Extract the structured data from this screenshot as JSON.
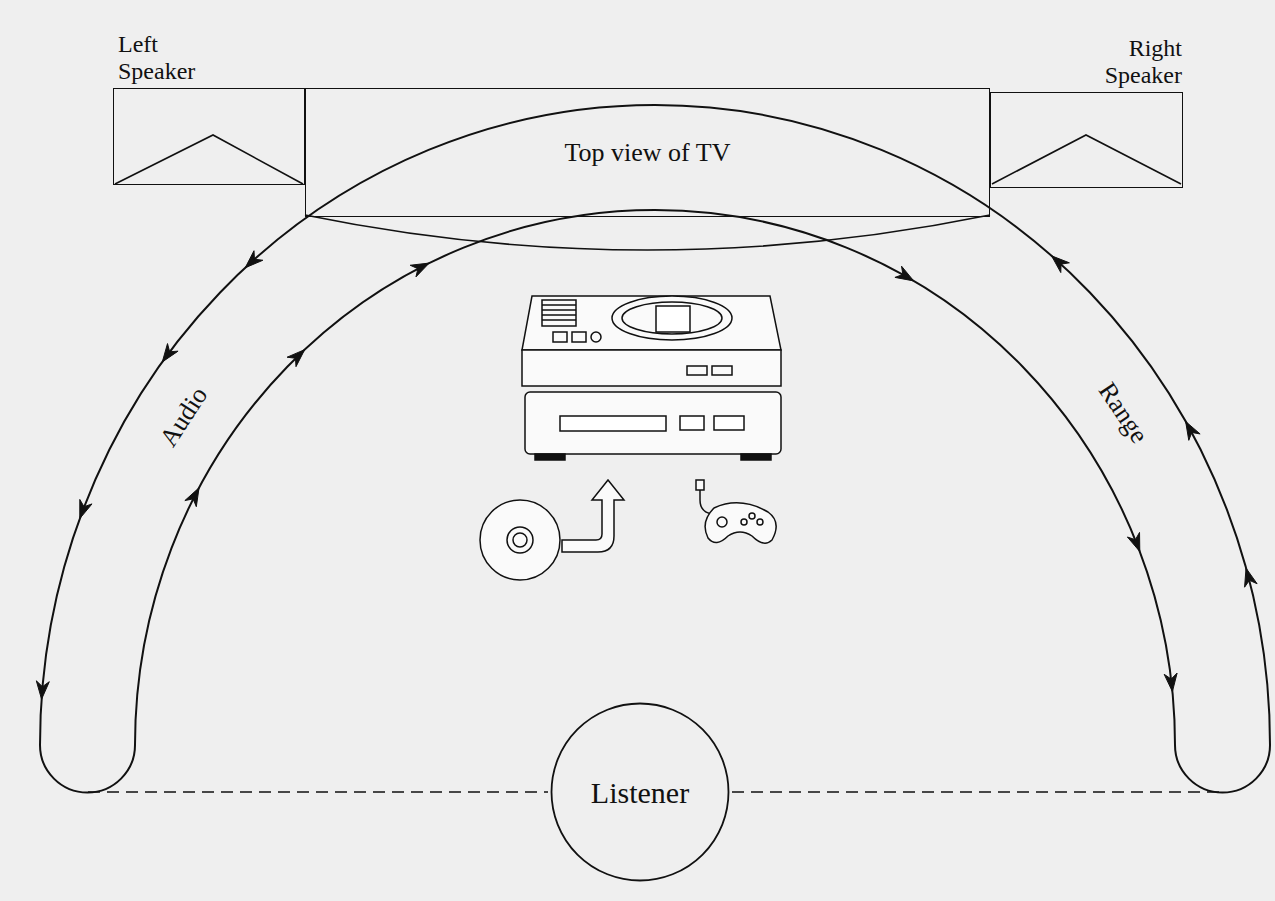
{
  "diagram": {
    "nodes": [
      {
        "text": [
          "Left Speaker"
        ]
      },
      {
        "text": [
          "Top view of TV"
        ]
      },
      {
        "text": [
          "Right Speaker"
        ]
      },
      {
        "text": [
          "Listener"
        ]
      }
    ],
    "labels": [
      "Audio",
      "Range"
    ]
  }
}
